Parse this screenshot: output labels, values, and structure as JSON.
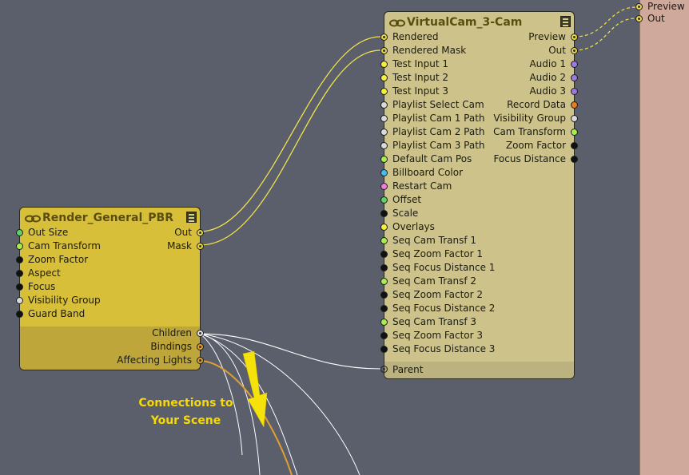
{
  "colors": {
    "background": "#5b5e6b",
    "render_node": "#d8bf3a",
    "render_node_band": "#bea63a",
    "vcam_node": "#cdc38a",
    "vcam_node_band": "#bcb27f",
    "wire_yellow": "#f0e24a",
    "wire_white": "#ffffff",
    "wire_orange": "#e0a030",
    "annotation": "#f5d90a",
    "side_panel": "#cfa99b"
  },
  "render_node": {
    "title": "Render_General_PBR",
    "inputs": [
      {
        "label": "Out Size",
        "color": "#5fd35f"
      },
      {
        "label": "Cam Transform",
        "color": "#a8ee4a"
      },
      {
        "label": "Zoom Factor",
        "color": "#111111"
      },
      {
        "label": "Aspect",
        "color": "#111111"
      },
      {
        "label": "Focus",
        "color": "#111111"
      },
      {
        "label": "Visibility Group",
        "color": "#d9d9d9"
      },
      {
        "label": "Guard Band",
        "color": "#111111"
      }
    ],
    "outputs": [
      {
        "label": "Out",
        "color": "#ecd84a"
      },
      {
        "label": "Mask",
        "color": "#ecd84a"
      }
    ],
    "bottom_outputs": [
      {
        "label": "Children",
        "color": "#e8e8e8"
      },
      {
        "label": "Bindings",
        "color": "#e0a030"
      },
      {
        "label": "Affecting Lights",
        "color": "#e0a030"
      }
    ]
  },
  "vcam_node": {
    "title": "VirtualCam_3-Cam",
    "inputs": [
      {
        "label": "Rendered",
        "color": "#ecd84a"
      },
      {
        "label": "Rendered Mask",
        "color": "#ecd84a"
      },
      {
        "label": "Test Input 1",
        "color": "#f5ef3a"
      },
      {
        "label": "Test Input 2",
        "color": "#f5ef3a"
      },
      {
        "label": "Test Input 3",
        "color": "#f5ef3a"
      },
      {
        "label": "Playlist Select Cam",
        "color": "#d9d9d9"
      },
      {
        "label": "Playlist Cam 1 Path",
        "color": "#d9d9d9"
      },
      {
        "label": "Playlist Cam 2 Path",
        "color": "#d9d9d9"
      },
      {
        "label": "Playlist Cam 3 Path",
        "color": "#d9d9d9"
      },
      {
        "label": "Default Cam Pos",
        "color": "#a8ee4a"
      },
      {
        "label": "Billboard Color",
        "color": "#40c0f0"
      },
      {
        "label": "Restart Cam",
        "color": "#f07ae0"
      },
      {
        "label": "Offset",
        "color": "#5fd35f"
      },
      {
        "label": "Scale",
        "color": "#111111"
      },
      {
        "label": "Overlays",
        "color": "#f5ef3a"
      },
      {
        "label": "Seq Cam Transf 1",
        "color": "#a8ee4a"
      },
      {
        "label": "Seq Zoom Factor 1",
        "color": "#111111"
      },
      {
        "label": "Seq Focus Distance 1",
        "color": "#111111"
      },
      {
        "label": "Seq Cam Transf 2",
        "color": "#a8ee4a"
      },
      {
        "label": "Seq Zoom Factor 2",
        "color": "#111111"
      },
      {
        "label": "Seq Focus Distance 2",
        "color": "#111111"
      },
      {
        "label": "Seq Cam Transf 3",
        "color": "#a8ee4a"
      },
      {
        "label": "Seq Zoom Factor 3",
        "color": "#111111"
      },
      {
        "label": "Seq Focus Distance 3",
        "color": "#111111"
      }
    ],
    "outputs": [
      {
        "label": "Preview",
        "color": "#ecd84a"
      },
      {
        "label": "Out",
        "color": "#ecd84a"
      },
      {
        "label": "Audio 1",
        "color": "#9a7ae0"
      },
      {
        "label": "Audio 2",
        "color": "#9a7ae0"
      },
      {
        "label": "Audio 3",
        "color": "#9a7ae0"
      },
      {
        "label": "Record Data",
        "color": "#f07a1a"
      },
      {
        "label": "Visibility Group",
        "color": "#d9d9d9"
      },
      {
        "label": "Cam Transform",
        "color": "#a8ee4a"
      },
      {
        "label": "Zoom Factor",
        "color": "#111111"
      },
      {
        "label": "Focus Distance",
        "color": "#111111"
      }
    ],
    "parent": {
      "label": "Parent",
      "color": "#d9d9d9"
    }
  },
  "external_outputs": [
    {
      "label": "Preview",
      "color": "#ecd84a"
    },
    {
      "label": "Out",
      "color": "#ecd84a"
    }
  ],
  "annotation": {
    "line1": "Connections to",
    "line2": "Your Scene"
  }
}
